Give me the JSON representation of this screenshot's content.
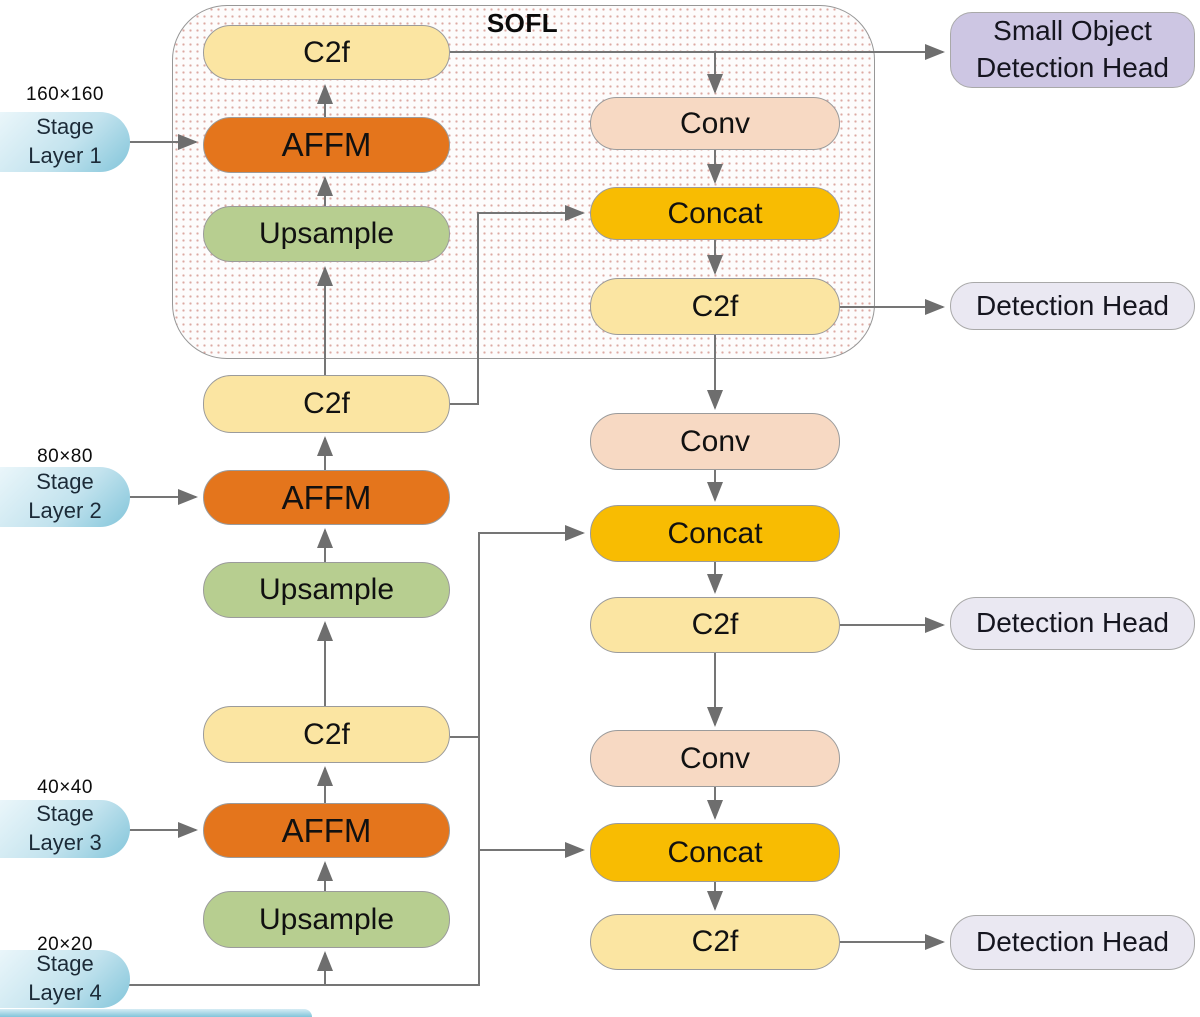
{
  "figure": {
    "sofl_title": "SOFL"
  },
  "stages": [
    {
      "size": "160×160",
      "name": "Stage",
      "layer": "Layer 1"
    },
    {
      "size": "80×80",
      "name": "Stage",
      "layer": "Layer 2"
    },
    {
      "size": "40×40",
      "name": "Stage",
      "layer": "Layer 3"
    },
    {
      "size": "20×20",
      "name": "Stage",
      "layer": "Layer 4"
    }
  ],
  "top_down_nodes": [
    {
      "label": "C2f"
    },
    {
      "label": "AFFM"
    },
    {
      "label": "Upsample"
    },
    {
      "label": "C2f"
    },
    {
      "label": "AFFM"
    },
    {
      "label": "Upsample"
    },
    {
      "label": "C2f"
    },
    {
      "label": "AFFM"
    },
    {
      "label": "Upsample"
    }
  ],
  "bottom_up_nodes": [
    {
      "label": "Conv"
    },
    {
      "label": "Concat"
    },
    {
      "label": "C2f"
    },
    {
      "label": "Conv"
    },
    {
      "label": "Concat"
    },
    {
      "label": "C2f"
    },
    {
      "label": "Conv"
    },
    {
      "label": "Concat"
    },
    {
      "label": "C2f"
    }
  ],
  "detection_heads": [
    {
      "label": "Small Object Detection Head"
    },
    {
      "label": "Detection Head"
    },
    {
      "label": "Detection Head"
    },
    {
      "label": "Detection Head"
    }
  ],
  "colors": {
    "c2f": "#FBE5A2",
    "affm": "#E4751C",
    "upsample": "#B7CE90",
    "conv": "#F7D9C3",
    "concat": "#F8BC02",
    "small_head": "#CDC6E3",
    "head": "#EAE8F2",
    "stage_start": "#EAF6FA",
    "stage_end": "#82C5DA",
    "arrow": "#757575"
  }
}
